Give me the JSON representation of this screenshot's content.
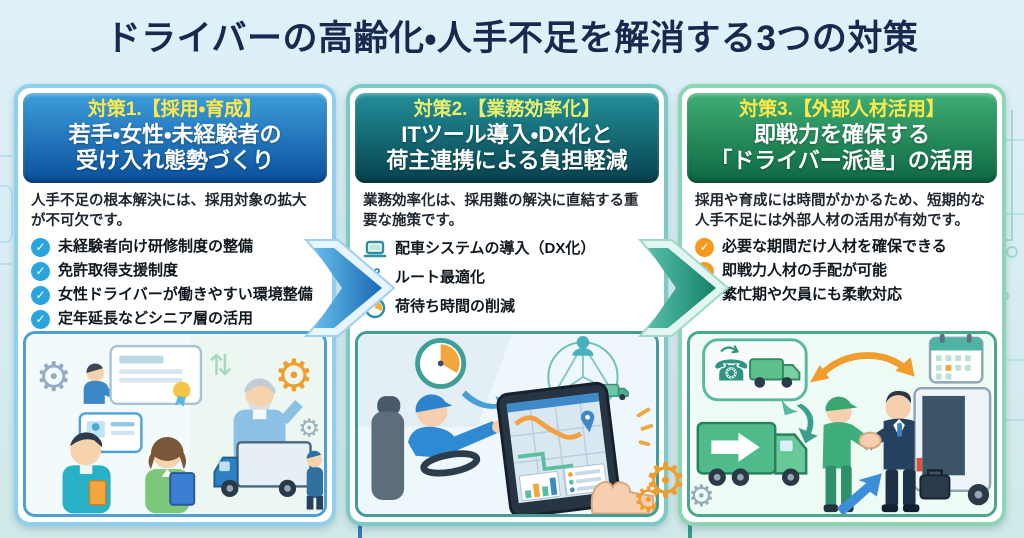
{
  "page": {
    "title": "ドライバーの高齢化・人手不足を解消する3つの対策",
    "title_color": "#16294e",
    "background_top": "#dff1f8",
    "background_bottom": "#cfe9e8"
  },
  "cards": [
    {
      "badge": "対策1.【採用・育成】",
      "title_line1": "若手・女性・未経験者の",
      "title_line2": "受け入れ態勢づくり",
      "intro": "人手不足の根本解決には、採用対象の拡大が不可欠です。",
      "bullets": [
        {
          "icon": "check-circle-icon",
          "text": "未経験者向け研修制度の整備"
        },
        {
          "icon": "check-circle-icon",
          "text": "免許取得支援制度"
        },
        {
          "icon": "check-circle-icon",
          "text": "女性ドライバーが働きやすい環境整備"
        },
        {
          "icon": "check-circle-icon",
          "text": "定年延長などシニア層の活用"
        }
      ],
      "colors": {
        "header_top": "#3d9edb",
        "header_bottom": "#0a4f9c",
        "badge_text": "#ffe94a",
        "card_border": "#8fd0ee",
        "bullet_icon": "#29a5de",
        "illustration_border": "#4d9fd6"
      },
      "illustration": "recruitment-training-scene"
    },
    {
      "badge": "対策2.【業務効率化】",
      "title_line1": "ITツール導入・DX化と",
      "title_line2": "荷主連携による負担軽減",
      "intro": "業務効率化は、採用難の解決に直結する重要な施策です。",
      "bullets": [
        {
          "icon": "laptop-icon",
          "text": "配車システムの導入（DX化）"
        },
        {
          "icon": "route-icon",
          "text": "ルート最適化"
        },
        {
          "icon": "clock-icon",
          "text": "荷待ち時間の削減"
        }
      ],
      "colors": {
        "header_top": "#23909a",
        "header_bottom": "#06414d",
        "badge_text": "#e9f06d",
        "card_border": "#7fc9c3",
        "bullet_icon": "#2d8fa0",
        "illustration_border": "#3f9e97"
      },
      "illustration": "driver-tablet-dx-scene"
    },
    {
      "badge": "対策3.【外部人材活用】",
      "title_line1": "即戦力を確保する",
      "title_line2": "「ドライバー派遣」の活用",
      "intro": "採用や育成には時間がかかるため、短期的な人手不足には外部人材の活用が有効です。",
      "bullets": [
        {
          "icon": "check-circle-icon",
          "text": "必要な期間だけ人材を確保できる"
        },
        {
          "icon": "check-circle-icon",
          "text": "即戦力人材の手配が可能"
        },
        {
          "icon": "check-circle-icon",
          "text": "繁忙期や欠員にも柔軟対応"
        }
      ],
      "colors": {
        "header_top": "#3fae74",
        "header_bottom": "#0d6842",
        "badge_text": "#ffe94a",
        "card_border": "#8ed5b1",
        "bullet_icon": "#f39b1e",
        "illustration_border": "#47a88e"
      },
      "illustration": "driver-dispatch-handshake-scene"
    }
  ],
  "connectors": [
    {
      "name": "arrow-card1-to-card2",
      "color_start": "#66bdea",
      "color_end": "#1a67b2"
    },
    {
      "name": "arrow-card2-to-card3",
      "color_start": "#55bfa8",
      "color_end": "#157f68"
    }
  ],
  "decorations": {
    "gear_large_color": "#ef9d2b",
    "gear_small_color": "#93a9bd",
    "circuit_color": "#6fc4b4"
  }
}
